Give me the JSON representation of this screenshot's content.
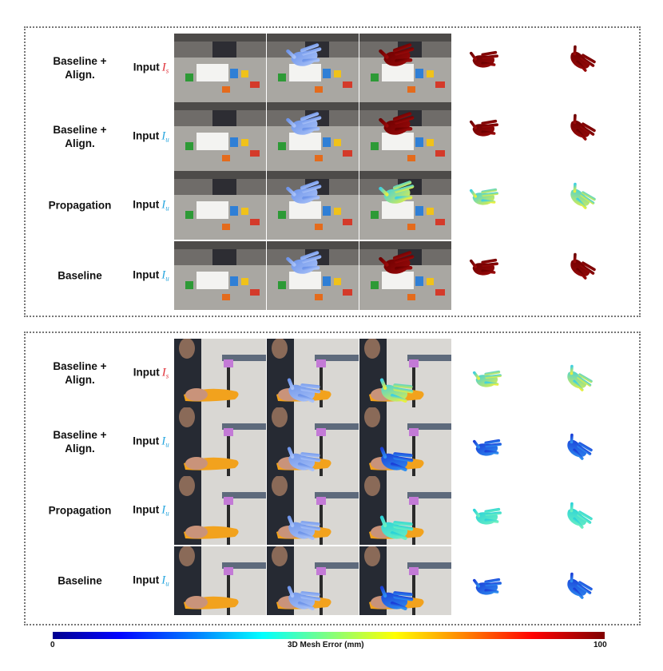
{
  "top_panel": {
    "rows": [
      {
        "method_line1": "Baseline +",
        "method_line2": "Align.",
        "input_word": "Input",
        "input_symbol": "I",
        "input_subscript": "s",
        "symbol_color": "#e0323a",
        "overlay": "red",
        "mesh_color": "red"
      },
      {
        "method_line1": "Baseline +",
        "method_line2": "Align.",
        "input_word": "Input",
        "input_symbol": "I",
        "input_subscript": "u",
        "symbol_color": "#2aa7df",
        "overlay": "red",
        "mesh_color": "red"
      },
      {
        "method_line1": "Propagation",
        "method_line2": "",
        "input_word": "Input",
        "input_symbol": "I",
        "input_subscript": "u",
        "symbol_color": "#2aa7df",
        "overlay": "multicolor",
        "mesh_color": "multicolor"
      },
      {
        "method_line1": "Baseline",
        "method_line2": "",
        "input_word": "Input",
        "input_symbol": "I",
        "input_subscript": "u",
        "symbol_color": "#2aa7df",
        "overlay": "red",
        "mesh_color": "red"
      }
    ]
  },
  "bottom_panel": {
    "rows": [
      {
        "method_line1": "Baseline +",
        "method_line2": "Align.",
        "input_word": "Input",
        "input_symbol": "I",
        "input_subscript": "s",
        "symbol_color": "#e0323a",
        "overlay": "multicolor",
        "mesh_color": "multicolor"
      },
      {
        "method_line1": "Baseline +",
        "method_line2": "Align.",
        "input_word": "Input",
        "input_symbol": "I",
        "input_subscript": "u",
        "symbol_color": "#2aa7df",
        "overlay": "blue",
        "mesh_color": "blue"
      },
      {
        "method_line1": "Propagation",
        "method_line2": "",
        "input_word": "Input",
        "input_symbol": "I",
        "input_subscript": "u",
        "symbol_color": "#2aa7df",
        "overlay": "cyan",
        "mesh_color": "cyan"
      },
      {
        "method_line1": "Baseline",
        "method_line2": "",
        "input_word": "Input",
        "input_symbol": "I",
        "input_subscript": "u",
        "symbol_color": "#2aa7df",
        "overlay": "blue",
        "mesh_color": "blue"
      }
    ]
  },
  "colorbar": {
    "min_label": "0",
    "max_label": "100",
    "title": "3D Mesh Error  (mm)",
    "colormap": "jet"
  },
  "colors": {
    "ground_truth_hand": "#7aa0f0",
    "high_error_red": "#8b0000",
    "input_s_color": "#e0323a",
    "input_u_color": "#2aa7df"
  }
}
